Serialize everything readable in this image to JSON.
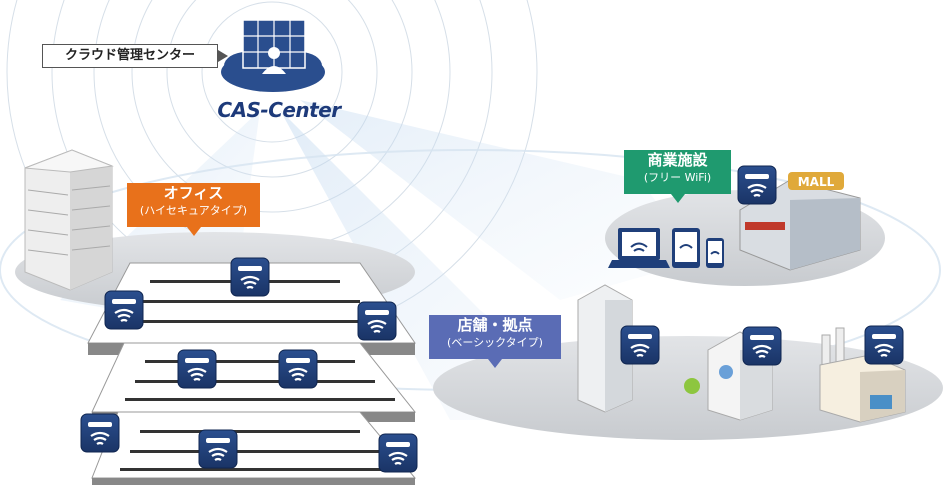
{
  "cloud_label": "クラウド管理センター",
  "center_name": "CAS-Center",
  "callouts": {
    "office": {
      "title": "オフィス",
      "subtitle": "(ハイセキュアタイプ)",
      "color": "#e8711b"
    },
    "commercial": {
      "title": "商業施設",
      "subtitle": "(フリー WiFi)",
      "color": "#1f9a6f"
    },
    "store": {
      "title": "店舗・拠点",
      "subtitle": "(ベーシックタイプ)",
      "color": "#5a6cb5"
    }
  },
  "mall_sign": "MALL",
  "colors": {
    "ap_blue": "#1f3f7a",
    "platform": "#d8dadd",
    "beam": "#cfe1f2"
  },
  "icons": [
    "cloud-server-icon",
    "access-point-icon",
    "laptop-icon",
    "tablet-icon",
    "smartphone-icon",
    "building-icon",
    "factory-icon",
    "shop-icon",
    "mall-icon"
  ]
}
